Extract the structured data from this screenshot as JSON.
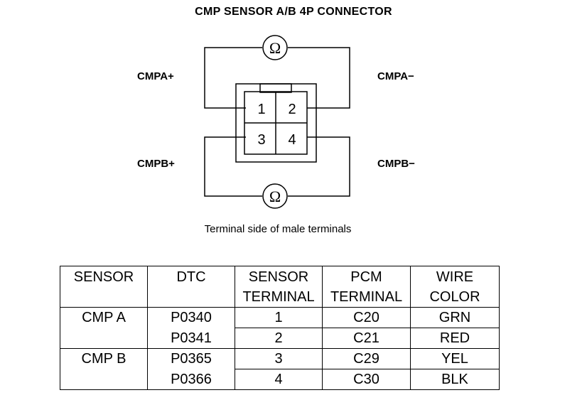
{
  "title": "CMP SENSOR A/B 4P CONNECTOR",
  "labels": {
    "cmpa_plus": "CMPA+",
    "cmpa_minus": "CMPA−",
    "cmpb_plus": "CMPB+",
    "cmpb_minus": "CMPB−"
  },
  "ohm_symbol": "Ω",
  "terminals": [
    "1",
    "2",
    "3",
    "4"
  ],
  "caption": "Terminal side of male terminals",
  "table": {
    "headers": [
      [
        "SENSOR",
        ""
      ],
      [
        "DTC",
        ""
      ],
      [
        "SENSOR",
        "TERMINAL"
      ],
      [
        "PCM",
        "TERMINAL"
      ],
      [
        "WIRE",
        "COLOR"
      ]
    ],
    "groups": [
      {
        "sensor": "CMP A",
        "rows": [
          {
            "dtc": "P0340",
            "sensor_terminal": "1",
            "pcm_terminal": "C20",
            "wire_color": "GRN"
          },
          {
            "dtc": "P0341",
            "sensor_terminal": "2",
            "pcm_terminal": "C21",
            "wire_color": "RED"
          }
        ]
      },
      {
        "sensor": "CMP B",
        "rows": [
          {
            "dtc": "P0365",
            "sensor_terminal": "3",
            "pcm_terminal": "C29",
            "wire_color": "YEL"
          },
          {
            "dtc": "P0366",
            "sensor_terminal": "4",
            "pcm_terminal": "C30",
            "wire_color": "BLK"
          }
        ]
      }
    ]
  }
}
